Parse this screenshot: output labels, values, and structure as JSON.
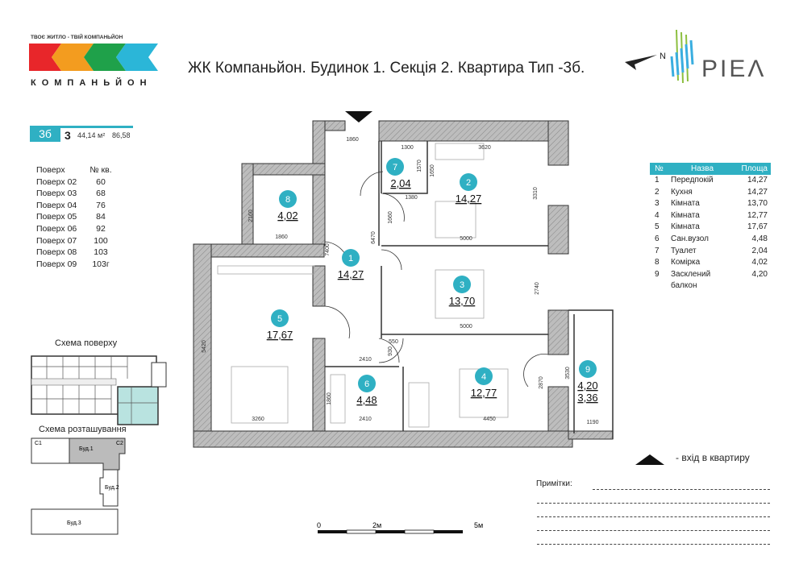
{
  "header": {
    "logo_left": {
      "tagline": "ТВОЄ ЖИТЛО - ТВІЙ КОМПАНЬЙОН",
      "name": "КОМПАНЬЙОН",
      "colors": [
        "#e8262a",
        "#f39c1f",
        "#1fa14a",
        "#2bb6d8"
      ]
    },
    "title": "ЖК Компаньйон. Будинок 1. Секція 2. Квартира Тип -3б.",
    "north_label": "N",
    "logo_right": {
      "name": "PIEΛ",
      "colors": [
        "#8cbf3f",
        "#3aaee0",
        "#555555"
      ]
    }
  },
  "apartment_summary": {
    "type": "3б",
    "rooms": "3",
    "living_area": "44,14 м²",
    "total_area": "86,58"
  },
  "floors_table": {
    "headers": [
      "Поверх",
      "№ кв."
    ],
    "rows": [
      [
        "Поверх 02",
        "60"
      ],
      [
        "Поверх 03",
        "68"
      ],
      [
        "Поверх 04",
        "76"
      ],
      [
        "Поверх 05",
        "84"
      ],
      [
        "Поверх 06",
        "92"
      ],
      [
        "Поверх 07",
        "100"
      ],
      [
        "Поверх 08",
        "103"
      ],
      [
        "Поверх 09",
        "103г"
      ]
    ]
  },
  "floor_scheme_title": "Схема поверху",
  "site_scheme": {
    "title": "Схема розташування",
    "labels": [
      "С1",
      "С2",
      "Буд.1",
      "Буд.2",
      "Буд.3"
    ]
  },
  "rooms_table": {
    "headers": [
      "№",
      "Назва",
      "Площа"
    ],
    "rows": [
      [
        "1",
        "Передпокій",
        "14,27"
      ],
      [
        "2",
        "Кухня",
        "14,27"
      ],
      [
        "3",
        "Кімната",
        "13,70"
      ],
      [
        "4",
        "Кімната",
        "12,77"
      ],
      [
        "5",
        "Кімната",
        "17,67"
      ],
      [
        "6",
        "Сан.вузол",
        "4,48"
      ],
      [
        "7",
        "Туалет",
        "2,04"
      ],
      [
        "8",
        "Комірка",
        "4,02"
      ],
      [
        "9",
        "Засклений балкон",
        "4,20"
      ]
    ]
  },
  "plan": {
    "accent": "#2fb0c3",
    "rooms": [
      {
        "num": "1",
        "area": "14,27"
      },
      {
        "num": "2",
        "area": "14,27"
      },
      {
        "num": "3",
        "area": "13,70"
      },
      {
        "num": "4",
        "area": "12,77"
      },
      {
        "num": "5",
        "area": "17,67"
      },
      {
        "num": "6",
        "area": "4,48"
      },
      {
        "num": "7",
        "area": "2,04"
      },
      {
        "num": "8",
        "area": "4,02"
      },
      {
        "num": "9",
        "area": "4,20",
        "area2": "3,36"
      }
    ],
    "dims": [
      "1860",
      "1300",
      "3620",
      "1570",
      "1650",
      "1380",
      "3310",
      "2160",
      "1860",
      "7400",
      "6470",
      "1660",
      "5000",
      "2740",
      "5000",
      "5420",
      "550",
      "930",
      "2410",
      "1860",
      "2410",
      "4450",
      "2870",
      "3530",
      "1190",
      "3260"
    ]
  },
  "legend": {
    "entrance": "- вхід в квартиру"
  },
  "notes": {
    "label": "Примітки:"
  },
  "scale": {
    "labels": [
      "0",
      "2м",
      "5м"
    ]
  }
}
